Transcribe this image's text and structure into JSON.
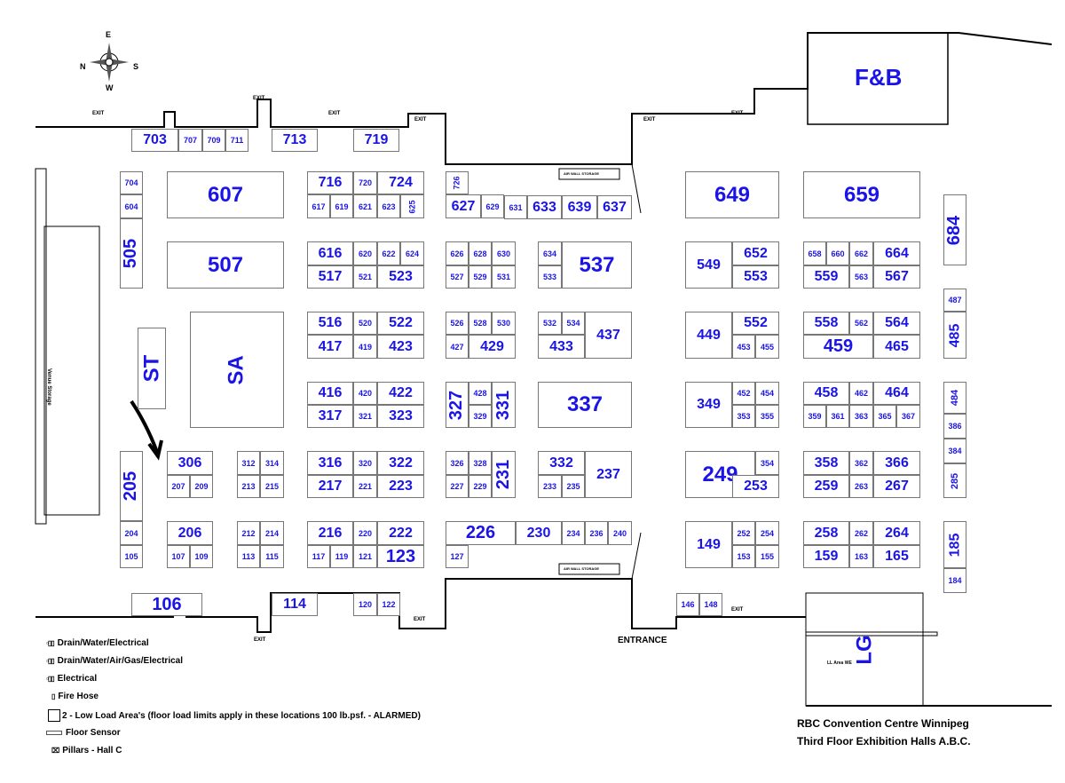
{
  "compass": {
    "north": "N",
    "south": "S",
    "east": "E",
    "west": "W"
  },
  "exits": [
    "EXIT",
    "EXIT",
    "EXIT",
    "EXIT",
    "EXIT",
    "EXIT",
    "EXIT",
    "EXIT",
    "EXIT"
  ],
  "air_wall_storage": [
    "AIR WALL STORAGE",
    "AIR WALL STORAGE"
  ],
  "venue_storage": "Venue Storage",
  "entrance": "ENTRANCE",
  "areas": {
    "fb": "F&B",
    "lg": "LG",
    "ll_area": "LL Area WE"
  },
  "booths": [
    "703",
    "707",
    "709",
    "711",
    "713",
    "719",
    "704",
    "604",
    "505",
    "607",
    "507",
    "ST",
    "SA",
    "205",
    "204",
    "105",
    "306",
    "207",
    "209",
    "312",
    "314",
    "213",
    "215",
    "206",
    "107",
    "109",
    "212",
    "214",
    "113",
    "115",
    "716",
    "720",
    "724",
    "617",
    "619",
    "621",
    "623",
    "625",
    "616",
    "620",
    "622",
    "624",
    "517",
    "521",
    "523",
    "516",
    "520",
    "522",
    "417",
    "419",
    "423",
    "416",
    "420",
    "422",
    "317",
    "321",
    "323",
    "316",
    "320",
    "322",
    "217",
    "221",
    "223",
    "216",
    "220",
    "222",
    "117",
    "119",
    "121",
    "123",
    "726",
    "627",
    "629",
    "631",
    "633",
    "639",
    "637",
    "626",
    "628",
    "630",
    "527",
    "529",
    "531",
    "634",
    "533",
    "537",
    "526",
    "528",
    "530",
    "427",
    "429",
    "532",
    "534",
    "433",
    "437",
    "327",
    "428",
    "329",
    "331",
    "337",
    "326",
    "328",
    "227",
    "229",
    "231",
    "332",
    "233",
    "235",
    "237",
    "226",
    "230",
    "234",
    "236",
    "240",
    "127",
    "649",
    "549",
    "652",
    "553",
    "449",
    "552",
    "453",
    "455",
    "349",
    "452",
    "454",
    "353",
    "355",
    "249",
    "354",
    "253",
    "149",
    "252",
    "254",
    "153",
    "155",
    "659",
    "658",
    "660",
    "662",
    "664",
    "559",
    "563",
    "567",
    "558",
    "562",
    "564",
    "459",
    "465",
    "458",
    "462",
    "464",
    "359",
    "361",
    "363",
    "365",
    "367",
    "358",
    "362",
    "366",
    "259",
    "263",
    "267",
    "258",
    "262",
    "264",
    "159",
    "163",
    "165",
    "684",
    "487",
    "485",
    "484",
    "386",
    "384",
    "285",
    "185",
    "184",
    "106",
    "114",
    "120",
    "122",
    "146",
    "148"
  ],
  "legend": [
    {
      "icon": "drain-water-electrical",
      "label": "Drain/Water/Electrical"
    },
    {
      "icon": "drain-water-air-gas-electrical",
      "label": "Drain/Water/Air/Gas/Electrical"
    },
    {
      "icon": "electrical",
      "label": "Electrical"
    },
    {
      "icon": "fire-hose",
      "label": "Fire Hose"
    },
    {
      "icon": "low-load-area",
      "label": "2 - Low Load Area's (floor load limits apply in these locations 100 lb.psf. - ALARMED)"
    },
    {
      "icon": "floor-sensor",
      "label": "Floor Sensor"
    },
    {
      "icon": "pillar",
      "label": "Pillars - Hall C"
    }
  ],
  "title": {
    "line1": "RBC Convention Centre Winnipeg",
    "line2": "Third Floor Exhibition Halls A.B.C."
  },
  "colors": {
    "booth_text": "#1a14e6",
    "wall": "#000000"
  }
}
